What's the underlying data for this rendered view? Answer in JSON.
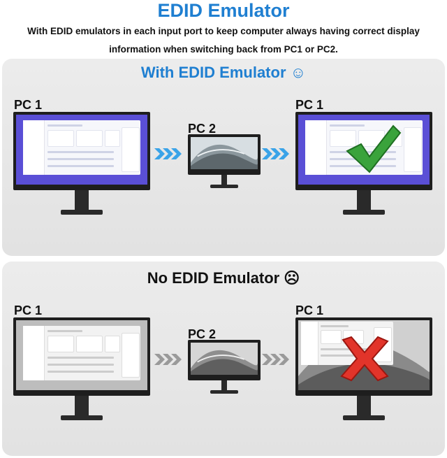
{
  "header": {
    "title": "EDID Emulator",
    "subtitle": "With EDID emulators in each input port to keep computer always having correct display information when switching back from PC1 or PC2."
  },
  "with_section": {
    "heading": "With EDID Emulator ☺",
    "pc1_left_label": "PC 1",
    "pc2_label": "PC 2",
    "pc1_right_label": "PC 1",
    "result_icon": "checkmark-icon",
    "accent_color": "#5a4fd6",
    "arrow_color": "#3aa3e8"
  },
  "without_section": {
    "heading": "No EDID Emulator ☹",
    "pc1_left_label": "PC 1",
    "pc2_label": "PC 2",
    "pc1_right_label": "PC 1",
    "result_icon": "cross-icon",
    "arrow_color": "#9a9a9a"
  }
}
